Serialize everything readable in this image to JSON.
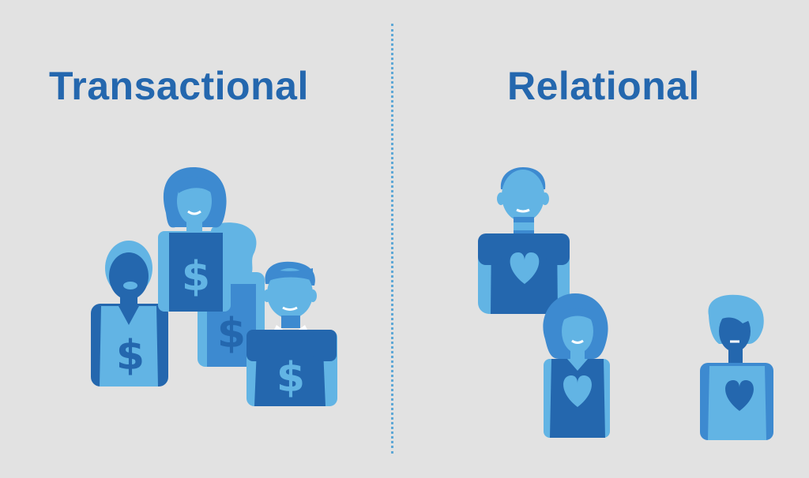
{
  "panels": {
    "left": {
      "title": "Transactional",
      "symbol": "$",
      "figures": 4
    },
    "right": {
      "title": "Relational",
      "symbol": "heart",
      "figures": 3
    }
  },
  "colors": {
    "background": "#e2e2e2",
    "title": "#2467ae",
    "dark_blue": "#2467ae",
    "mid_blue": "#3d8ad0",
    "light_blue": "#62b4e4",
    "divider": "#5fa8d6"
  }
}
